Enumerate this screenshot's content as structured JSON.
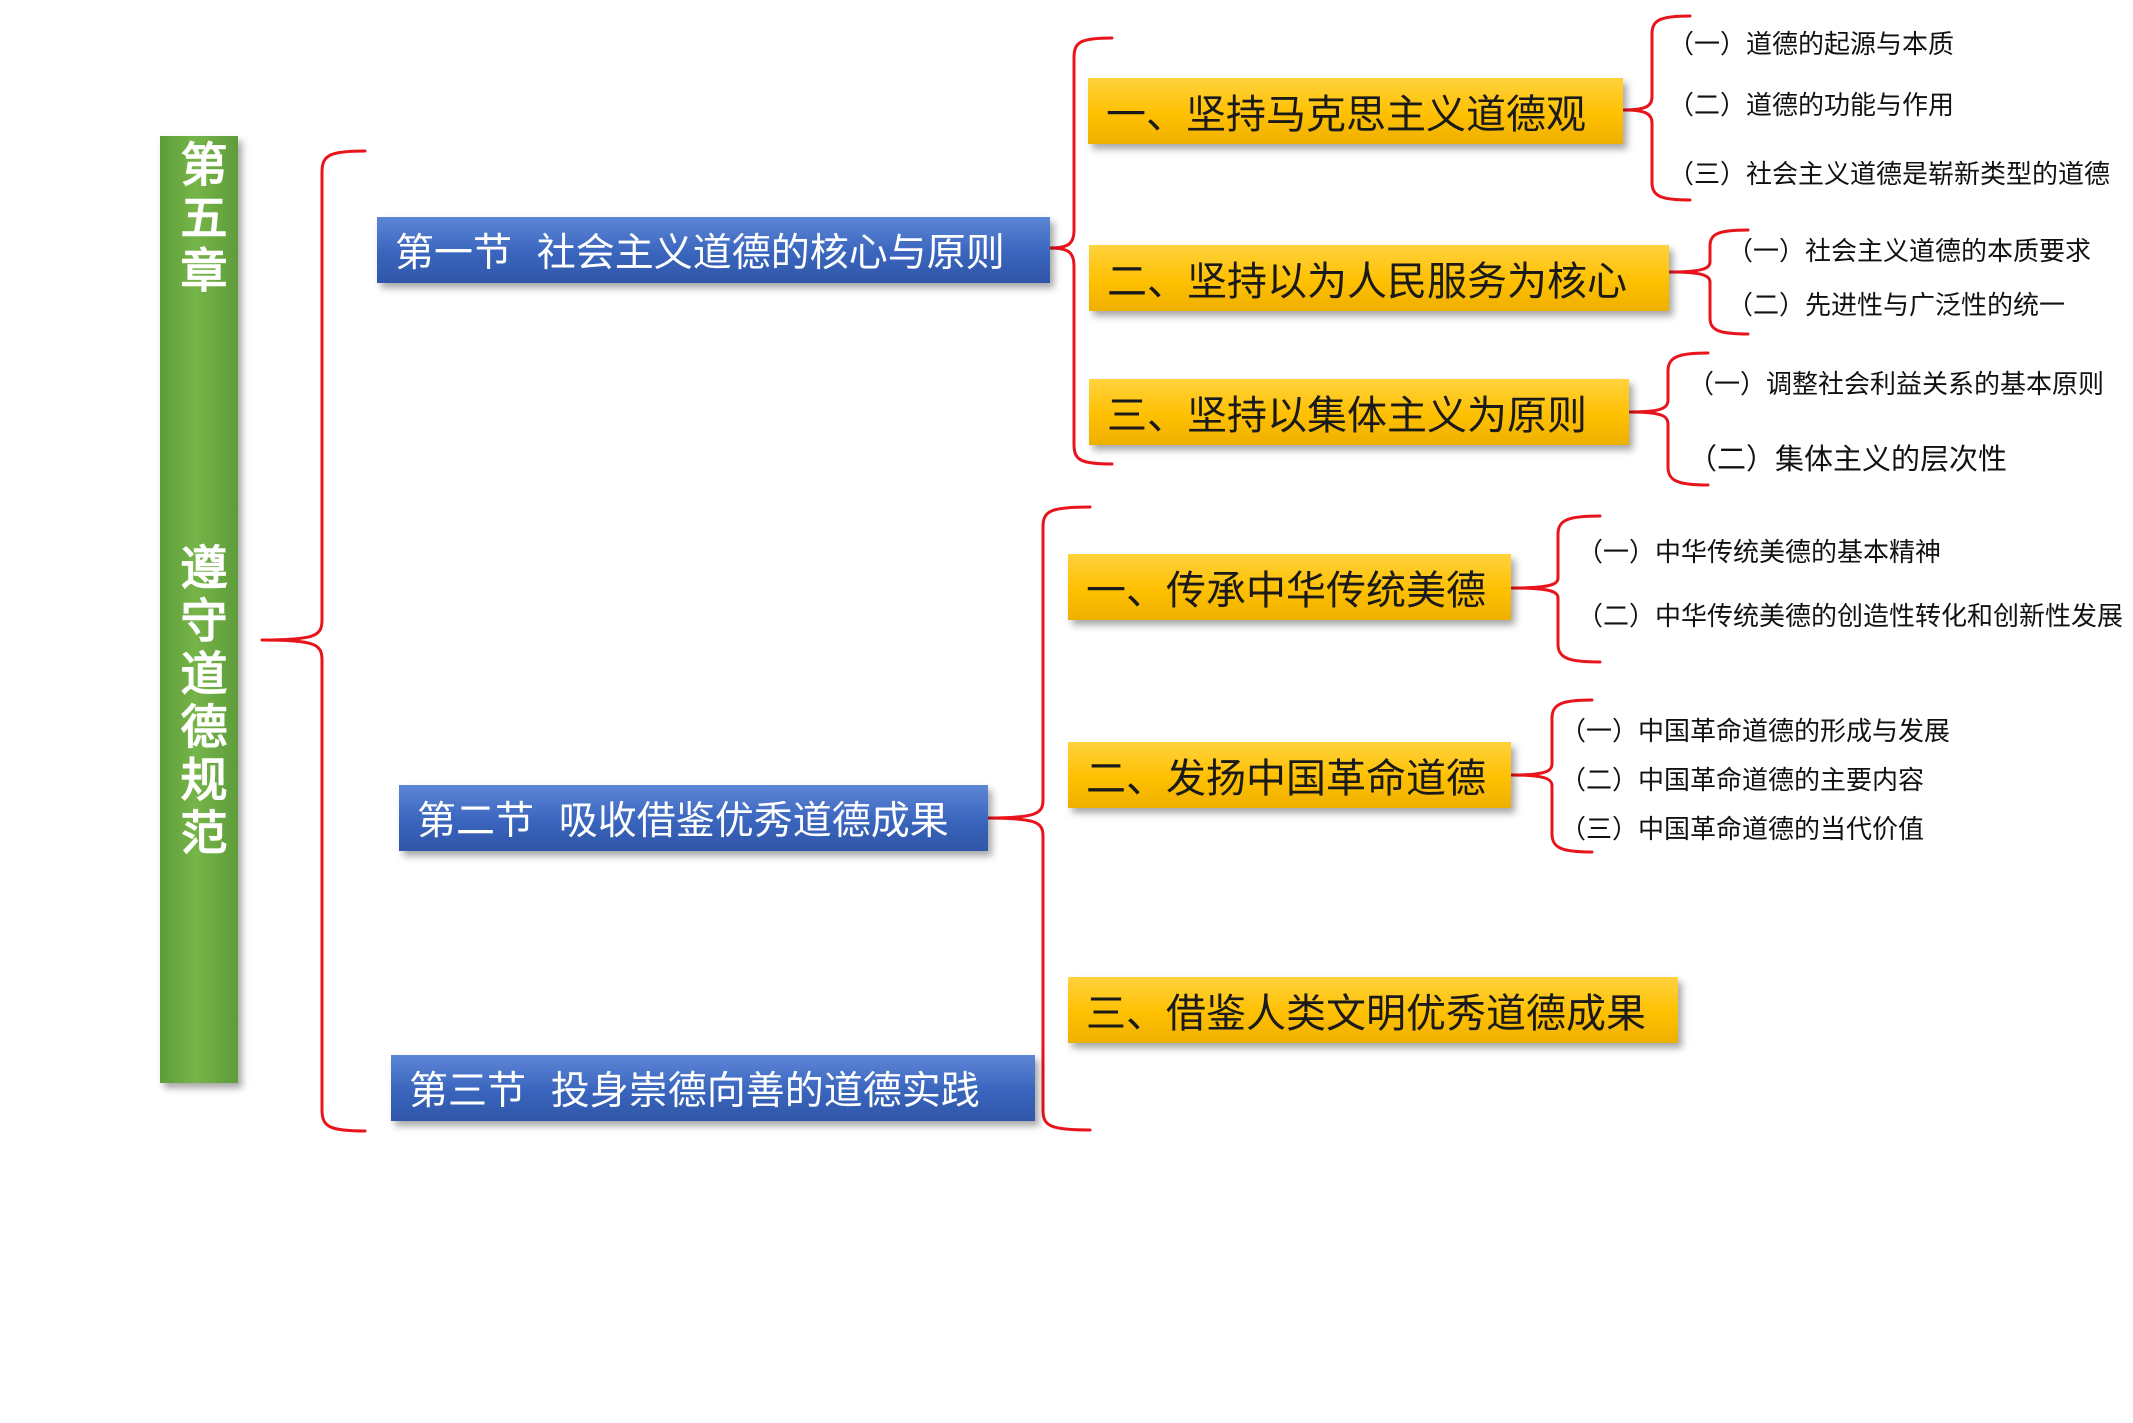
{
  "chapter": {
    "title": "第五章    遵守道德规范    锤炼道德品格"
  },
  "colors": {
    "bracket": "#e8141c",
    "chapter_bg": "#6aaa3f",
    "section_bg": "#3b66be",
    "topic_bg": "#ffc000"
  },
  "sections": [
    {
      "label": "第一节  社会主义道德的核心与原则",
      "topics": [
        {
          "label": "一、坚持马克思主义道德观",
          "items": [
            "（一）道德的起源与本质",
            "（二）道德的功能与作用",
            "（三）社会主义道德是崭新类型的道德"
          ]
        },
        {
          "label": "二、坚持以为人民服务为核心",
          "items": [
            "（一）社会主义道德的本质要求",
            "（二）先进性与广泛性的统一"
          ]
        },
        {
          "label": "三、坚持以集体主义为原则",
          "items": [
            "（一）调整社会利益关系的基本原则",
            "（二）集体主义的层次性"
          ]
        }
      ]
    },
    {
      "label": "第二节  吸收借鉴优秀道德成果",
      "topics": [
        {
          "label": "一、传承中华传统美德",
          "items": [
            "（一）中华传统美德的基本精神",
            "（二）中华传统美德的创造性转化和创新性发展"
          ]
        },
        {
          "label": "二、发扬中国革命道德",
          "items": [
            "（一）中国革命道德的形成与发展",
            "（二）中国革命道德的主要内容",
            "（三）中国革命道德的当代价值"
          ]
        },
        {
          "label": "三、借鉴人类文明优秀道德成果",
          "items": []
        }
      ]
    },
    {
      "label": "第三节  投身崇德向善的道德实践",
      "topics": []
    }
  ]
}
